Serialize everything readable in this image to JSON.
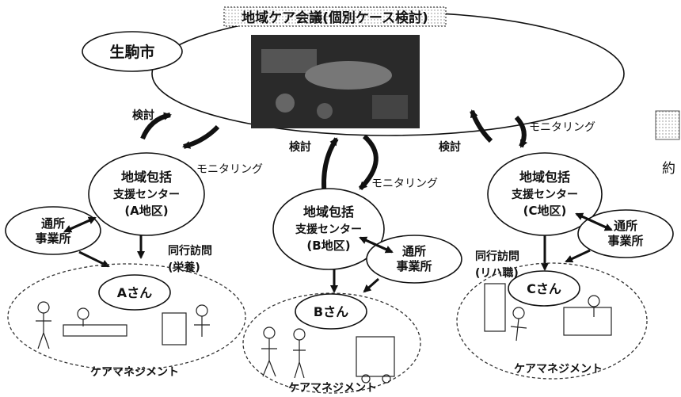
{
  "meeting": {
    "title": "地域ケア会議(個別ケース検討)"
  },
  "city": {
    "label": "生駒市"
  },
  "arrow_labels": {
    "kentou": "検討",
    "monitoring": "モニタリング",
    "doukou_a_1": "同行訪問",
    "doukou_a_2": "(栄養)",
    "doukou_c_1": "同行訪問",
    "doukou_c_2": "(リハ職)"
  },
  "centers": {
    "a": {
      "line1": "地域包括",
      "line2": "支援センター",
      "line3": "(A地区)"
    },
    "b": {
      "line1": "地域包括",
      "line2": "支援センター",
      "line3": "(B地区)"
    },
    "c": {
      "line1": "地域包括",
      "line2": "支援センター",
      "line3": "(C地区)"
    }
  },
  "facility": {
    "line1": "通所",
    "line2": "事業所"
  },
  "clients": {
    "a": "Aさん",
    "b": "Bさん",
    "c": "Cさん"
  },
  "care_management": "ケアマネジメント",
  "edge_text": {
    "box_right": "約"
  },
  "colors": {
    "stroke": "#111111",
    "fill": "#ffffff",
    "photo": "#2a2a2a"
  }
}
